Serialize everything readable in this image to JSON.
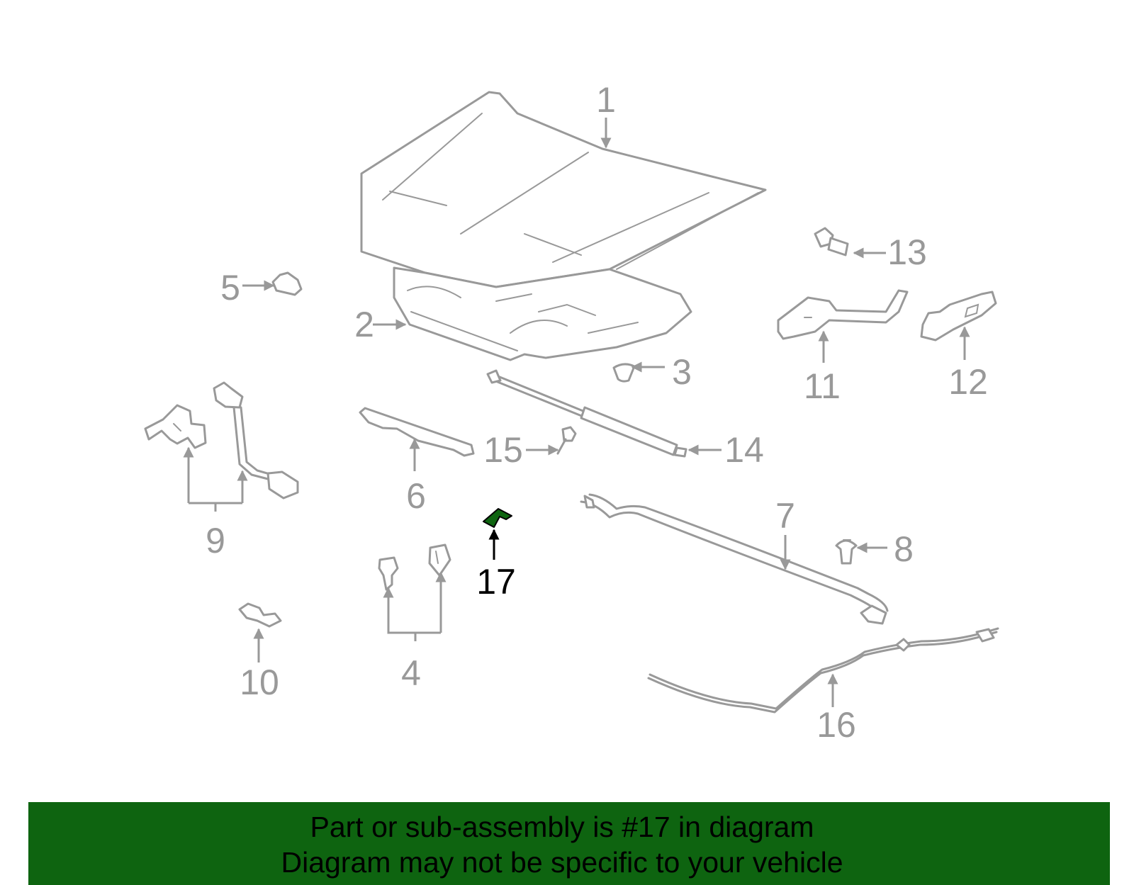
{
  "diagram": {
    "callouts": [
      "1",
      "2",
      "3",
      "4",
      "5",
      "6",
      "7",
      "8",
      "9",
      "10",
      "11",
      "12",
      "13",
      "14",
      "15",
      "16",
      "17"
    ],
    "highlighted_part": "17",
    "colors": {
      "part_line": "#999999",
      "highlight_fill": "#0e6410",
      "highlight_label": "#000000",
      "background": "#ffffff"
    }
  },
  "banner": {
    "line1": "Part or sub-assembly is #17 in diagram",
    "line2": "Diagram may not be specific to your vehicle",
    "color": "#0e6410"
  }
}
